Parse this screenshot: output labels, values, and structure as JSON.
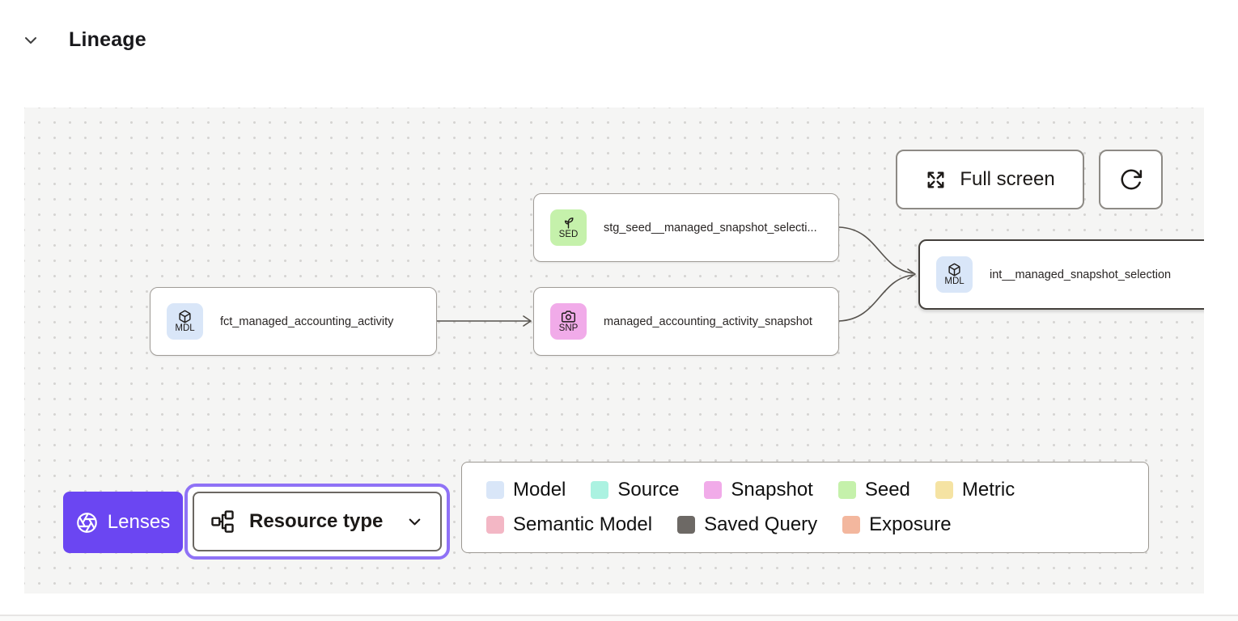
{
  "header": {
    "title": "Lineage",
    "collapse_icon": "chevron-down"
  },
  "canvas": {
    "controls": {
      "full_screen_label": "Full screen",
      "refresh_icon": "refresh-icon",
      "full_screen_icon": "expand-arrows-icon"
    },
    "nodes": [
      {
        "type": "seed",
        "badge": "SED",
        "icon": "seedling-icon",
        "label": "stg_seed__managed_snapshot_selecti...",
        "badge_color": "#c5f1ab",
        "selected": false
      },
      {
        "type": "model",
        "badge": "MDL",
        "icon": "cube-icon",
        "label": "fct_managed_accounting_activity",
        "badge_color": "#d9e6f8",
        "selected": false
      },
      {
        "type": "snapshot",
        "badge": "SNP",
        "icon": "camera-icon",
        "label": "managed_accounting_activity_snapshot",
        "badge_color": "#f1abe9",
        "selected": false
      },
      {
        "type": "model",
        "badge": "MDL",
        "icon": "cube-icon",
        "label": "int__managed_snapshot_selection",
        "badge_color": "#d9e6f8",
        "selected": true
      }
    ],
    "edges": [
      {
        "from": "fct_managed_accounting_activity",
        "to": "managed_accounting_activity_snapshot"
      },
      {
        "from": "stg_seed__managed_snapshot_selecti...",
        "to": "int__managed_snapshot_selection"
      },
      {
        "from": "managed_accounting_activity_snapshot",
        "to": "int__managed_snapshot_selection"
      }
    ],
    "lenses": {
      "button_label": "Lenses",
      "button_icon": "aperture-icon",
      "selected_lens": "Resource type",
      "lens_icon": "hierarchy-icon"
    },
    "legend": {
      "row1": [
        {
          "label": "Model",
          "color": "#d9e6f8"
        },
        {
          "label": "Source",
          "color": "#abf2e1"
        },
        {
          "label": "Snapshot",
          "color": "#f1abe9"
        },
        {
          "label": "Seed",
          "color": "#c5f1ab"
        },
        {
          "label": "Metric",
          "color": "#f5e3a3"
        }
      ],
      "row2": [
        {
          "label": "Semantic Model",
          "color": "#f3b7c5"
        },
        {
          "label": "Saved Query",
          "color": "#6d6965"
        },
        {
          "label": "Exposure",
          "color": "#f3b79e"
        }
      ]
    }
  },
  "colors": {
    "accent_purple": "#6b46f2",
    "focus_ring": "#8f72f6",
    "canvas_bg": "#f5f5f4",
    "node_border": "#a09c97",
    "selected_node_border": "#44403c",
    "edge": "#57534e"
  }
}
